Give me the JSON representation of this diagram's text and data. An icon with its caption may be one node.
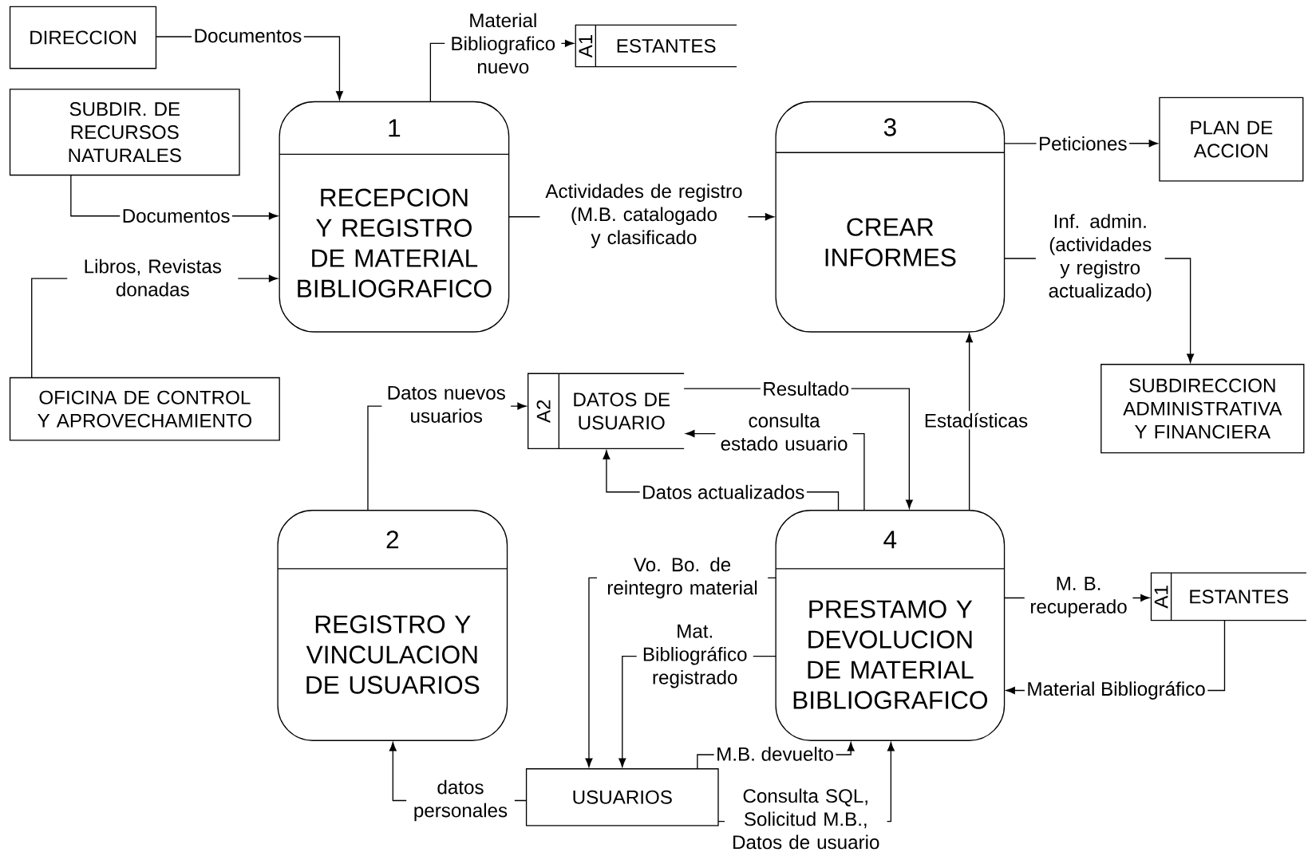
{
  "diagram": {
    "nodes": [
      {
        "text": [
          "DIRECCION"
        ]
      },
      {
        "text": [
          "SUBDIR. DE RECURSOS NATURALES"
        ]
      },
      {
        "text": [
          "OFICINA DE CONTROL Y APROVECHAMIENTO"
        ]
      },
      {
        "text": [
          "1",
          "RECEPCION Y REGISTRO DE MATERIAL BIBLIOGRAFICO"
        ]
      },
      {
        "text": [
          "A1",
          "ESTANTES"
        ]
      },
      {
        "text": [
          "3",
          "CREAR INFORMES"
        ]
      },
      {
        "text": [
          "PLAN DE ACCION"
        ]
      },
      {
        "text": [
          "SUBDIRECCION ADMINISTRATIVA Y FINANCIERA"
        ]
      },
      {
        "text": [
          "A2",
          "DATOS DE USUARIO"
        ]
      },
      {
        "text": [
          "2",
          "REGISTRO Y VINCULACION DE USUARIOS"
        ]
      },
      {
        "text": [
          "4",
          "PRESTAMO Y DEVOLUCION DE MATERIAL BIBLIOGRAFICO"
        ]
      },
      {
        "text": [
          "A1",
          "ESTANTES"
        ]
      },
      {
        "text": [
          "USUARIOS"
        ]
      }
    ],
    "edges": [
      {
        "from": 0,
        "to": 3,
        "arrow": "to",
        "label": "Documentos"
      },
      {
        "from": 1,
        "to": 3,
        "arrow": "to",
        "label": "Documentos"
      },
      {
        "from": 2,
        "to": 3,
        "arrow": "to",
        "label": "Libros, Revistas donadas"
      },
      {
        "from": 3,
        "to": 4,
        "arrow": "to",
        "label": "Material Bibliografico nuevo"
      },
      {
        "from": 3,
        "to": 5,
        "arrow": "to",
        "label": "Actividades de registro (M.B. catalogado y clasificado"
      },
      {
        "from": 5,
        "to": 6,
        "arrow": "to",
        "label": "Peticiones"
      },
      {
        "from": 5,
        "to": 7,
        "arrow": "to",
        "label": "Inf. admin. (actividades y registro actualizado)"
      },
      {
        "from": 9,
        "to": 8,
        "arrow": "to",
        "label": "Datos nuevos usuarios"
      },
      {
        "from": 8,
        "to": 10,
        "arrow": "to",
        "label": "Resultado"
      },
      {
        "from": 10,
        "to": 8,
        "arrow": "to",
        "label": "consulta estado usuario"
      },
      {
        "from": 10,
        "to": 8,
        "arrow": "to",
        "label": "Datos actualizados"
      },
      {
        "from": 10,
        "to": 5,
        "arrow": "to",
        "label": "Estadísticas"
      },
      {
        "from": 10,
        "to": 11,
        "arrow": "to",
        "label": "M. B. recuperado"
      },
      {
        "from": 11,
        "to": 10,
        "arrow": "to",
        "label": "Material Bibliográfico"
      },
      {
        "from": 10,
        "to": 12,
        "arrow": "to",
        "label": "Vo. Bo. de reintegro material"
      },
      {
        "from": 10,
        "to": 12,
        "arrow": "to",
        "label": "Mat. Bibliográfico registrado"
      },
      {
        "from": 12,
        "to": 10,
        "arrow": "to",
        "label": "M.B. devuelto"
      },
      {
        "from": 12,
        "to": 10,
        "arrow": "to",
        "label": "Consulta SQL, Solicitud M.B., Datos de usuario"
      },
      {
        "from": 12,
        "to": 9,
        "arrow": "to",
        "label": "datos personales"
      }
    ]
  }
}
